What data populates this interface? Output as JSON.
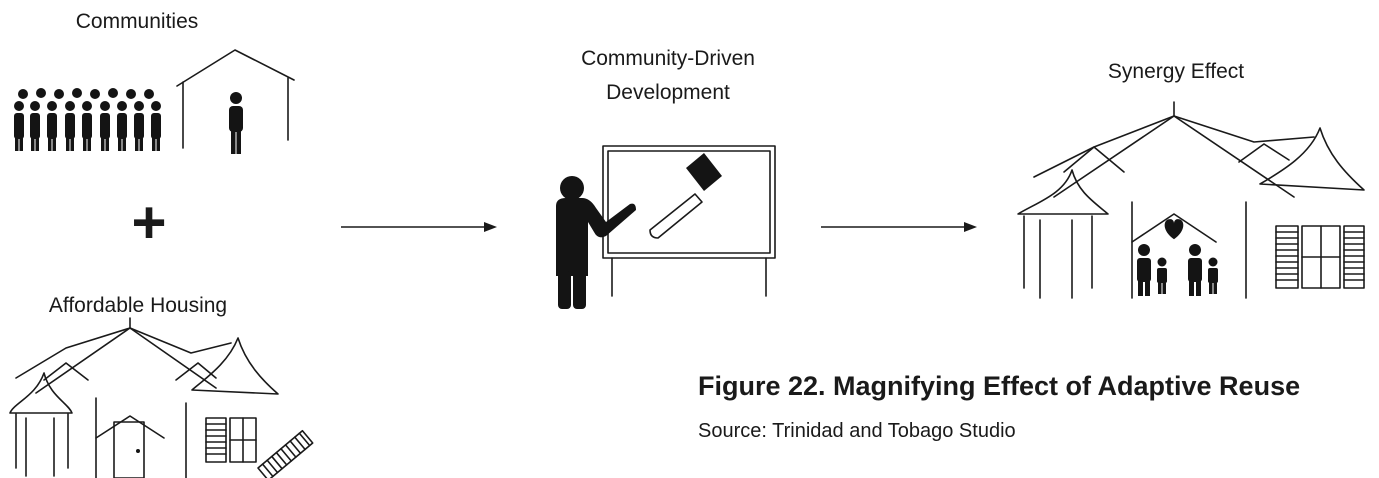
{
  "labels": {
    "communities": "Communities",
    "plus": "+",
    "affordable_housing": "Affordable Housing",
    "cdd_line1": "Community-Driven",
    "cdd_line2": "Development",
    "synergy": "Synergy Effect"
  },
  "caption": {
    "title": "Figure 22. Magnifying Effect of Adaptive Reuse",
    "source": "Source: Trinidad and Tobago Studio"
  },
  "icons": [
    "people-crowd-icon",
    "house-person-icon",
    "house-icon",
    "presenter-icon",
    "gavel-icon",
    "synergy-house-icon",
    "heart-icon",
    "family-icon"
  ],
  "colors": {
    "ink": "#1a1a1a",
    "background": "#ffffff"
  }
}
